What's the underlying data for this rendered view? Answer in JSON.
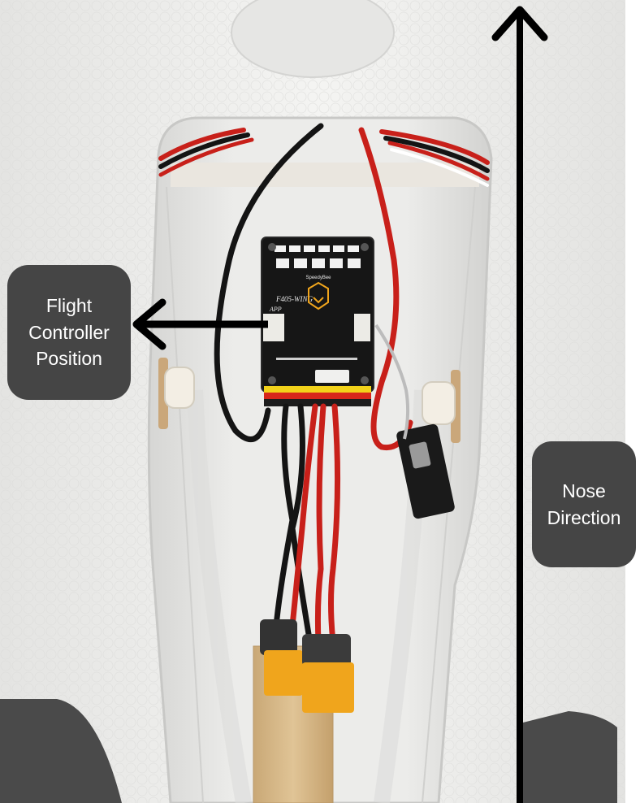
{
  "photo": {
    "subject": "foam airframe bay with flight controller",
    "board_silkscreen": {
      "brand": "SpeedyBee",
      "model": "F405-WING",
      "variant": "APP"
    }
  },
  "callouts": {
    "flight_controller": {
      "lines": [
        "Flight",
        "Controller",
        "Position"
      ]
    },
    "nose_direction": {
      "lines": [
        "Nose",
        "Direction"
      ]
    }
  },
  "colors": {
    "callout_bg": "#454545",
    "callout_text": "#ffffff",
    "arrow": "#000000",
    "foam": "#eeeeec",
    "wire_red": "#c8201a",
    "wire_black": "#141414",
    "connector_yellow": "#f0a51c",
    "spar_wood": "#d7b98a",
    "board": "#161616"
  }
}
